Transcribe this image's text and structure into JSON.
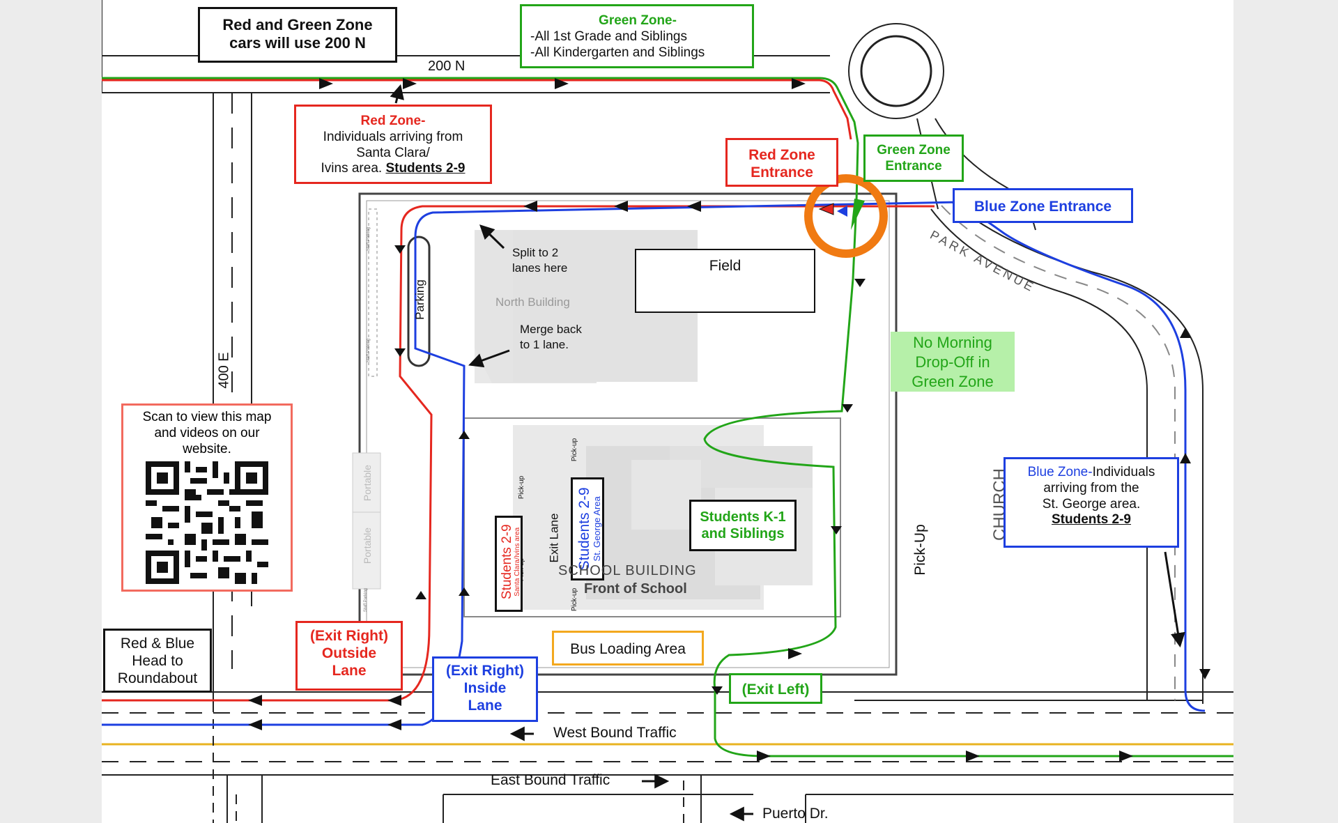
{
  "map": {
    "streets": {
      "n200": "200 N",
      "e400": "400 E",
      "church": "CHURCH",
      "park_avenue": "PARK AVENUE",
      "west_bound": "West Bound Traffic",
      "east_bound": "East Bound Traffic",
      "puerto": "Puerto Dr."
    },
    "callouts": {
      "red_green_200n": [
        "Red and Green Zone",
        "cars will use 200 N"
      ],
      "green_zone_title": "Green Zone-",
      "green_zone_lines": [
        "-All 1st Grade and Siblings",
        "-All Kindergarten and Siblings"
      ],
      "red_zone_title": "Red Zone-",
      "red_zone_lines": [
        "Individuals arriving from",
        "Santa Clara/"
      ],
      "red_zone_last_prefix": "Ivins area. ",
      "red_zone_last_students": "Students 2-9",
      "red_zone_entrance": [
        "Red Zone",
        "Entrance"
      ],
      "green_zone_entrance": [
        "Green Zone",
        "Entrance"
      ],
      "blue_zone_entrance": "Blue Zone Entrance",
      "split": [
        "Split to 2",
        "lanes here"
      ],
      "merge": [
        "Merge back",
        "to 1 lane."
      ],
      "north_building": "North Building",
      "field": "Field",
      "parking": "Parking",
      "no_dropoff": [
        "No Morning",
        "Drop-Off in",
        "Green Zone"
      ],
      "qr": [
        "Scan to view this map",
        "and videos on our",
        "website."
      ],
      "blue_zone_title": "Blue Zone-",
      "blue_zone_first_rest": "Individuals",
      "blue_zone_lines": [
        "arriving from the",
        "St. George area."
      ],
      "blue_zone_students": "Students 2-9",
      "students_k1": [
        "Students K-1",
        "and Siblings"
      ],
      "pick_up_big": "Pick-Up",
      "pick_up_small": "Pick-up",
      "exit_lane": "Exit Lane",
      "students_red": "Students 2-9",
      "students_red_sub": "Santa Clara/Ivins area",
      "students_blue": "Students 2-9",
      "students_blue_sub": "St. George Area",
      "portable": "Portable",
      "staff_parking": "Staff Parking",
      "school_building": "SCHOOL  BUILDING",
      "front_of_school": "Front of School",
      "bus_loading": "Bus Loading Area",
      "exit_left": "(Exit Left)",
      "exit_right_outside": [
        "(Exit Right)",
        "Outside",
        "Lane"
      ],
      "exit_right_inside": [
        "(Exit Right)",
        "Inside",
        "Lane"
      ],
      "red_blue_roundabout": [
        "Red & Blue",
        "Head to",
        "Roundabout"
      ]
    },
    "colors": {
      "red_route": "#e5271f",
      "green_route": "#22a518",
      "blue_route": "#1d3fe0",
      "highlight": "#f07a12",
      "bus_box": "#f3a81e",
      "no_dropoff_fill": "#b6f0a9"
    }
  }
}
